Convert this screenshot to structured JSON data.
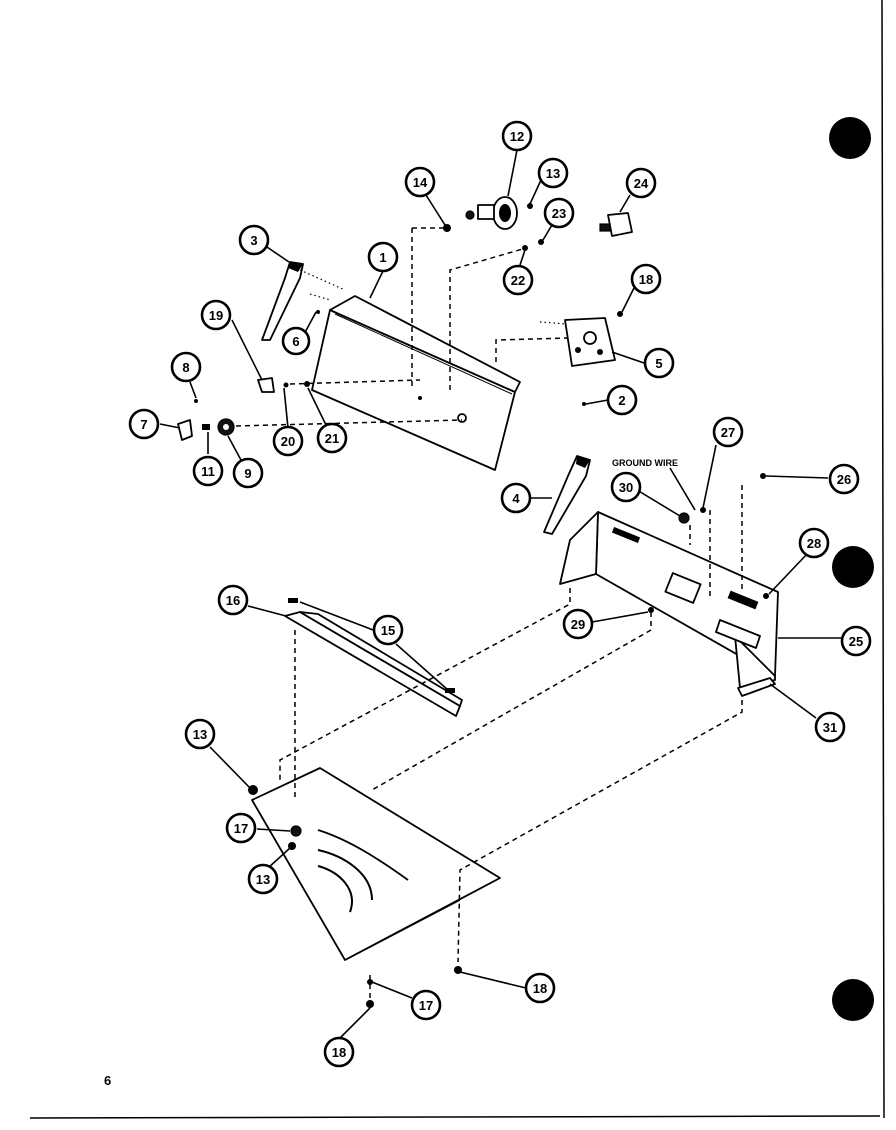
{
  "diagram": {
    "callouts": [
      "1",
      "2",
      "3",
      "4",
      "5",
      "6",
      "7",
      "8",
      "9",
      "11",
      "12",
      "13",
      "14",
      "15",
      "16",
      "17",
      "18",
      "19",
      "20",
      "21",
      "22",
      "23",
      "24",
      "25",
      "26",
      "27",
      "28",
      "29",
      "30",
      "31"
    ],
    "note": "GROUND WIRE",
    "page_number": "6"
  }
}
